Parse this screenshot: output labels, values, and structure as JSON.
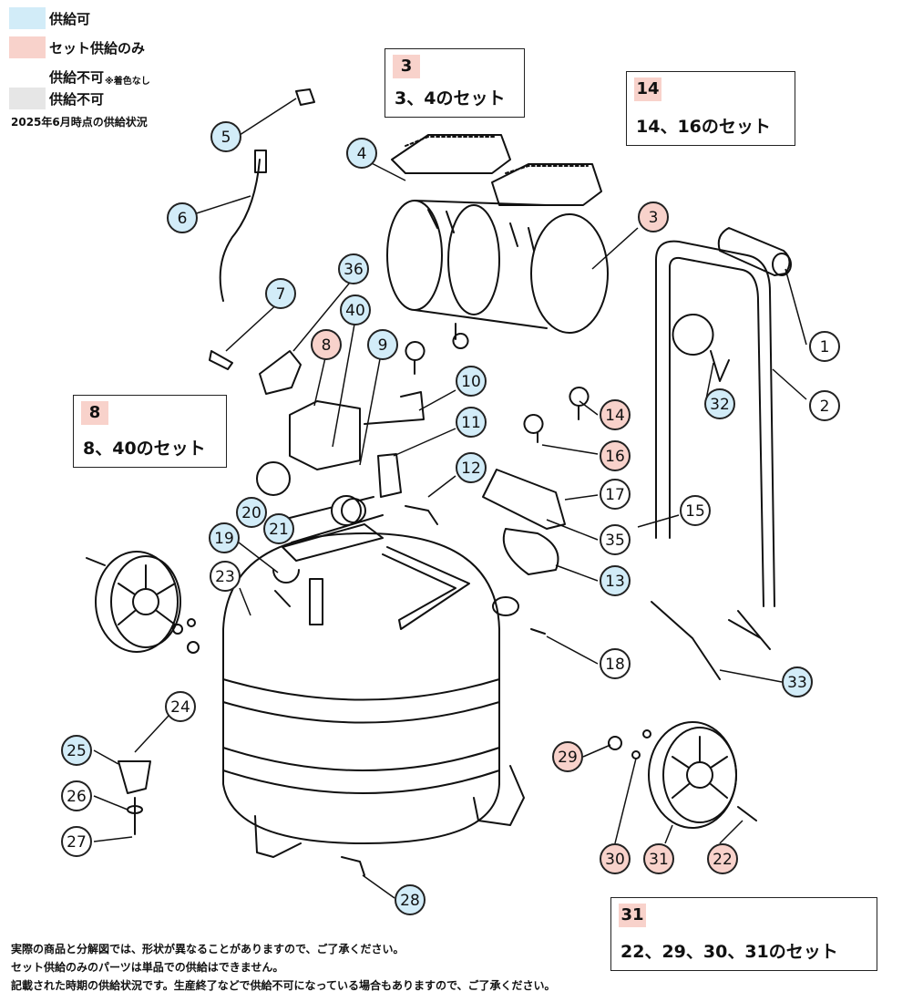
{
  "colors": {
    "available": "#d2ecf8",
    "set_only": "#f8d2cb",
    "none": "#ffffff",
    "unavailable": "#e6e6e6"
  },
  "legend": [
    {
      "label": "供給可",
      "note": "",
      "color": "#d2ecf8"
    },
    {
      "label": "セット供給のみ",
      "note": "",
      "color": "#f8d2cb"
    },
    {
      "label": "供給不可",
      "note": "※着色なし",
      "color": "#ffffff"
    },
    {
      "label": "供給不可",
      "note": "",
      "color": "#e6e6e6"
    }
  ],
  "status_date": "2025年6月時点の供給状況",
  "set_boxes": [
    {
      "num": "3",
      "text": "3、4のセット"
    },
    {
      "num": "14",
      "text": "14、16のセット"
    },
    {
      "num": "8",
      "text": "8、40のセット"
    },
    {
      "num": "31",
      "text": "22、29、30、31のセット"
    }
  ],
  "callouts": [
    {
      "num": "1",
      "status": "none"
    },
    {
      "num": "2",
      "status": "none"
    },
    {
      "num": "3",
      "status": "set_only"
    },
    {
      "num": "4",
      "status": "available"
    },
    {
      "num": "5",
      "status": "available"
    },
    {
      "num": "6",
      "status": "available"
    },
    {
      "num": "7",
      "status": "available"
    },
    {
      "num": "8",
      "status": "set_only"
    },
    {
      "num": "9",
      "status": "available"
    },
    {
      "num": "10",
      "status": "available"
    },
    {
      "num": "11",
      "status": "available"
    },
    {
      "num": "12",
      "status": "available"
    },
    {
      "num": "13",
      "status": "available"
    },
    {
      "num": "14",
      "status": "set_only"
    },
    {
      "num": "15",
      "status": "none"
    },
    {
      "num": "16",
      "status": "set_only"
    },
    {
      "num": "17",
      "status": "none"
    },
    {
      "num": "18",
      "status": "none"
    },
    {
      "num": "19",
      "status": "available"
    },
    {
      "num": "20",
      "status": "available"
    },
    {
      "num": "21",
      "status": "available"
    },
    {
      "num": "22",
      "status": "set_only"
    },
    {
      "num": "23",
      "status": "none"
    },
    {
      "num": "24",
      "status": "none"
    },
    {
      "num": "25",
      "status": "available"
    },
    {
      "num": "26",
      "status": "none"
    },
    {
      "num": "27",
      "status": "none"
    },
    {
      "num": "28",
      "status": "available"
    },
    {
      "num": "29",
      "status": "set_only"
    },
    {
      "num": "30",
      "status": "set_only"
    },
    {
      "num": "31",
      "status": "set_only"
    },
    {
      "num": "32",
      "status": "available"
    },
    {
      "num": "33",
      "status": "available"
    },
    {
      "num": "35",
      "status": "none"
    },
    {
      "num": "36",
      "status": "available"
    },
    {
      "num": "40",
      "status": "available"
    }
  ],
  "footer": [
    "実際の商品と分解図では、形状が異なることがありますので、ご了承ください。",
    "セット供給のみのパーツは単品での供給はできません。",
    "記載された時期の供給状況です。生産終了などで供給不可になっている場合もありますので、ご了承ください。"
  ]
}
